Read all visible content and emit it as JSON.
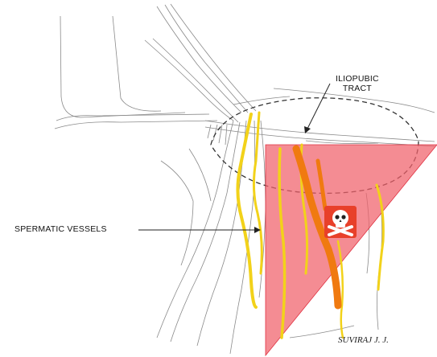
{
  "labels": {
    "iliopubic_line1": "ILIOPUBIC",
    "iliopubic_line2": "TRACT",
    "spermatic_vessels": "SPERMATIC VESSELS"
  },
  "signature": "SUVIRAJ J. J.",
  "warning_icon": "skull-crossbones-icon",
  "colors": {
    "danger_triangle": "#f0606a",
    "vessel_yellow": "#f2d21a",
    "vessel_orange": "#f07a10",
    "sketch_line": "#8a8a8a"
  }
}
